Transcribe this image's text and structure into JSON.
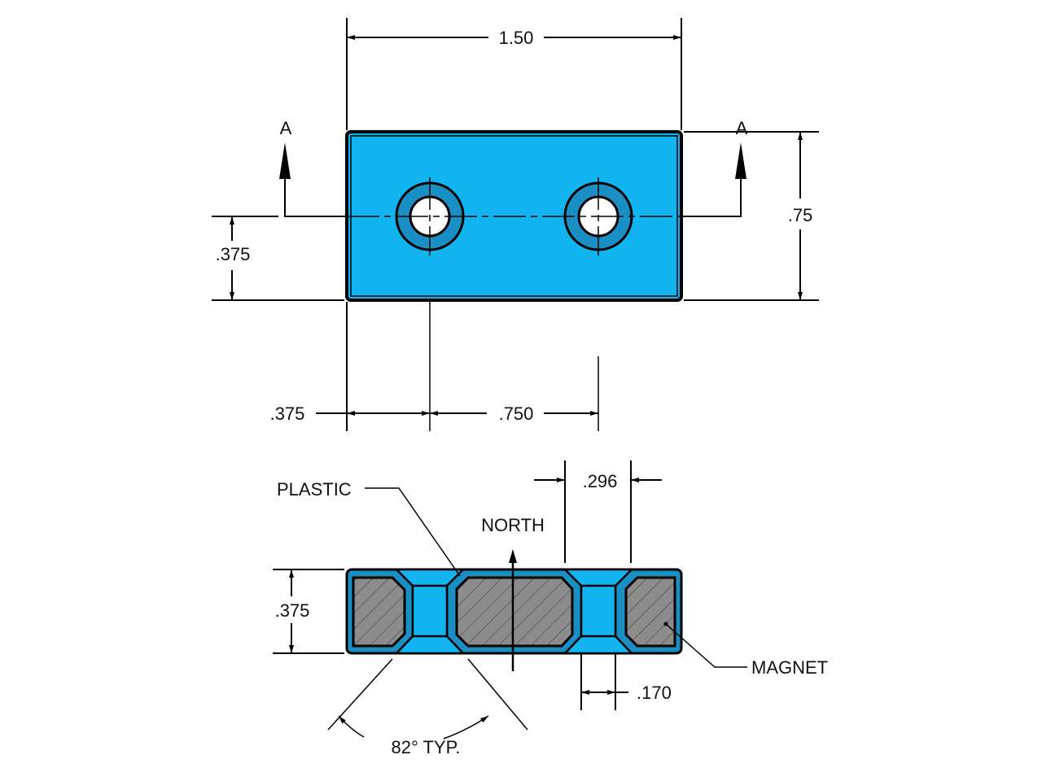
{
  "drawing": {
    "colors": {
      "plastic": "#12B4F0",
      "counterbore": "#1A8FC4",
      "magnet": "#8C8C8C",
      "hole": "#ffffff",
      "line": "#000000"
    },
    "top_view": {
      "section_labels": [
        "A",
        "A"
      ],
      "dimensions": {
        "overall_width": "1.50",
        "overall_height": ".75",
        "hole_offset_vertical": ".375",
        "hole_offset_horizontal": ".375",
        "hole_spacing": ".750"
      }
    },
    "section_view": {
      "callouts": {
        "plastic": "PLASTIC",
        "north": "NORTH",
        "magnet": "MAGNET"
      },
      "dimensions": {
        "counterbore_dia": ".296",
        "thickness": ".375",
        "hole_dia": ".170",
        "countersink_angle": "82° TYP."
      }
    }
  }
}
